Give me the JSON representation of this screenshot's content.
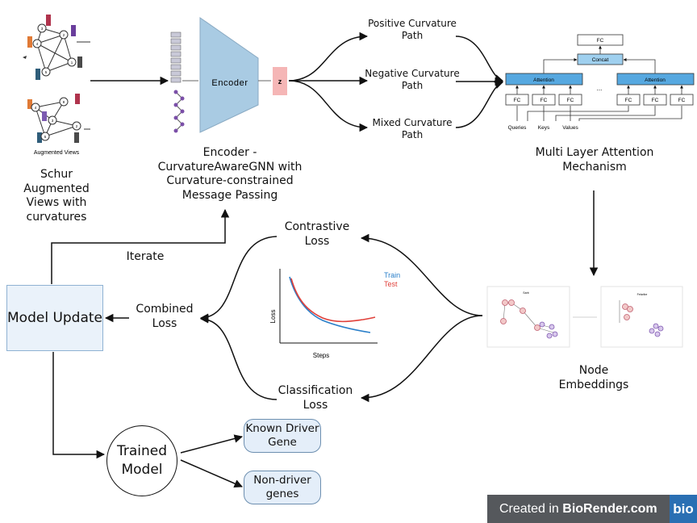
{
  "augmented_views": {
    "caption": "Augmented Views",
    "label": "Schur Augmented Views with curvatures",
    "view1_nodes": [
      "3",
      "2",
      "4",
      "5",
      "1"
    ],
    "view2_nodes": [
      "4",
      "8",
      "3",
      "2",
      "5"
    ]
  },
  "encoder": {
    "block_label": "Encoder",
    "latent_label": "z",
    "caption": "Encoder - CurvatureAwareGNN with Curvature-constrained Message Passing"
  },
  "paths": {
    "positive": "Positive Curvature Path",
    "negative": "Negative Curvature Path",
    "mixed": "Mixed Curvature Path"
  },
  "attention": {
    "top_fc": "FC",
    "concat": "Concat",
    "attention_label": "Attention",
    "fc_label": "FC",
    "ellipsis": "...",
    "queries": "Queries",
    "keys": "Keys",
    "values": "Values",
    "caption": "Multi Layer Attention Mechanism"
  },
  "embeddings": {
    "caption": "Node Embeddings",
    "panel1_title": "Sarb",
    "panel2_title": "Fetcribe"
  },
  "losses": {
    "contrastive": "Contrastive Loss",
    "combined": "Combined Loss",
    "classification": "Classification Loss",
    "iterate": "Iterate"
  },
  "loss_chart": {
    "xlabel": "Steps",
    "ylabel": "Loss",
    "legend_train": "Train",
    "legend_test": "Test",
    "train_color": "#2a7fc9",
    "test_color": "#e0403a"
  },
  "model_update": "Model Update",
  "trained_model": "Trained Model",
  "known_driver": "Known Driver Gene",
  "non_driver": "Non-driver genes",
  "branding": {
    "created_in": "Created in",
    "brand": "BioRender.com",
    "logo": "bio"
  }
}
